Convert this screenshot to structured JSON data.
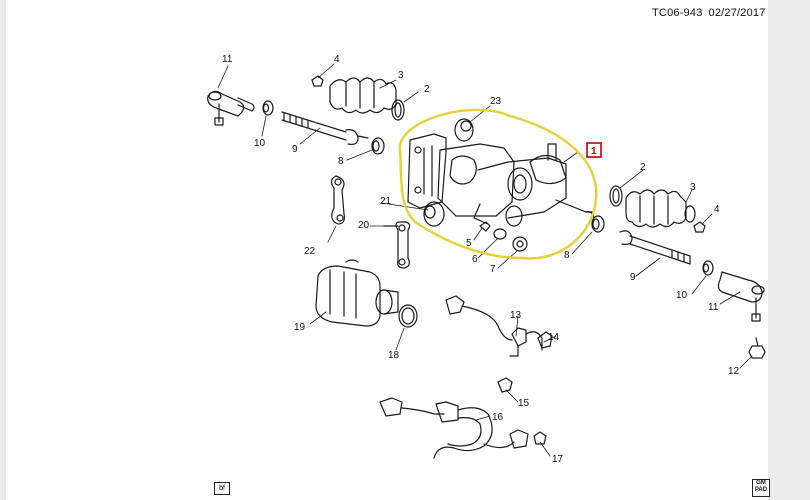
{
  "header": {
    "code": "TC06-943",
    "date": "02/27/2017"
  },
  "callout_number": "1",
  "part_numbers": [
    "2",
    "2",
    "3",
    "3",
    "4",
    "4",
    "5",
    "6",
    "7",
    "8",
    "8",
    "9",
    "9",
    "10",
    "10",
    "11",
    "11",
    "12",
    "13",
    "14",
    "15",
    "16",
    "17",
    "18",
    "19",
    "20",
    "21",
    "22",
    "23"
  ],
  "footer": {
    "badge_left": "bf",
    "logo_top": "GM",
    "logo_bottom": "PAD"
  },
  "colors": {
    "highlight": "#e8cf3a",
    "callout": "#c00000",
    "line": "#1a1a1a"
  },
  "icons": [
    "tie-rod-end-icon",
    "boot-icon",
    "clamp-ring-icon",
    "gear-housing-icon",
    "motor-icon",
    "bracket-icon",
    "wiring-harness-icon"
  ]
}
